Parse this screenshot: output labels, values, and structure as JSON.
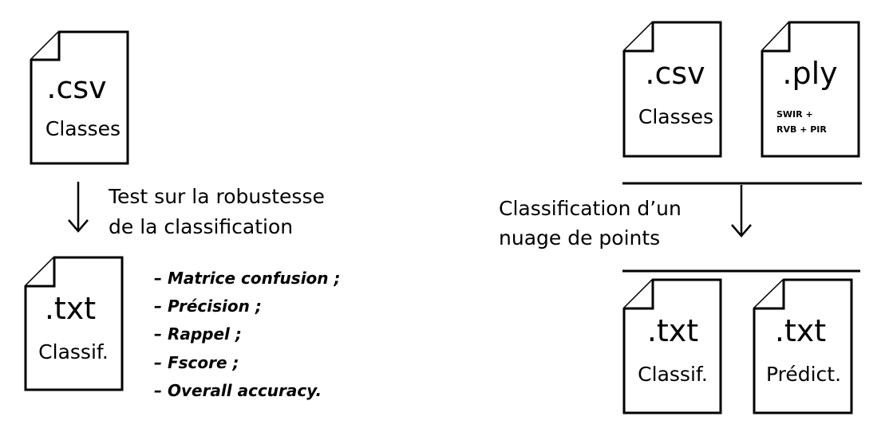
{
  "left": {
    "input_doc": {
      "ext": ".csv",
      "label": "Classes"
    },
    "step_caption": [
      "Test sur la robustesse",
      "de la classification"
    ],
    "output_doc": {
      "ext": ".txt",
      "label": "Classif."
    },
    "metrics": [
      "– Matrice confusion ;",
      "– Précision ;",
      "– Rappel ;",
      "– Fscore ;",
      "– Overall accuracy."
    ]
  },
  "right": {
    "input_docs": [
      {
        "ext": ".csv",
        "label": "Classes"
      },
      {
        "ext": ".ply",
        "label_lines": [
          "SWIR +",
          "RVB + PIR"
        ]
      }
    ],
    "step_caption": [
      "Classification d’un",
      "nuage de points"
    ],
    "output_docs": [
      {
        "ext": ".txt",
        "label": "Classif."
      },
      {
        "ext": ".txt",
        "label": "Prédict."
      }
    ]
  }
}
